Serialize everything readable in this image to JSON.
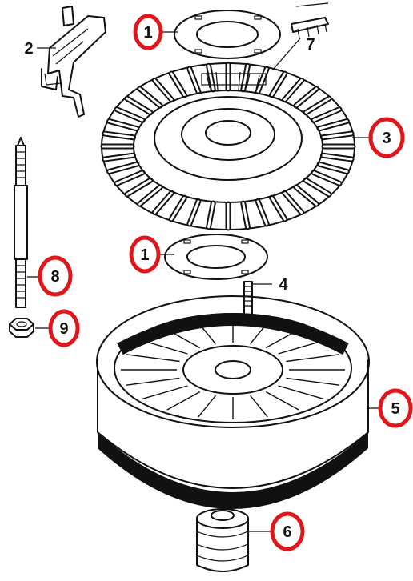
{
  "diagram": {
    "callouts": [
      {
        "id": "c1a",
        "text": "1",
        "circled": true
      },
      {
        "id": "c2",
        "text": "2",
        "circled": false
      },
      {
        "id": "c7",
        "text": "7",
        "circled": false
      },
      {
        "id": "c3",
        "text": "3",
        "circled": true
      },
      {
        "id": "c1b",
        "text": "1",
        "circled": true
      },
      {
        "id": "c4",
        "text": "4",
        "circled": false
      },
      {
        "id": "c8",
        "text": "8",
        "circled": true
      },
      {
        "id": "c9",
        "text": "9",
        "circled": true
      },
      {
        "id": "c5",
        "text": "5",
        "circled": true
      },
      {
        "id": "c6",
        "text": "6",
        "circled": true
      }
    ],
    "highlight_color": "#e0161b",
    "ink_color": "#111111",
    "parts_icons": [
      "retainer-plate",
      "bracket",
      "connector-clip",
      "stator",
      "shaft-bolt",
      "screw",
      "nut",
      "rotor",
      "hub-coupling"
    ]
  }
}
